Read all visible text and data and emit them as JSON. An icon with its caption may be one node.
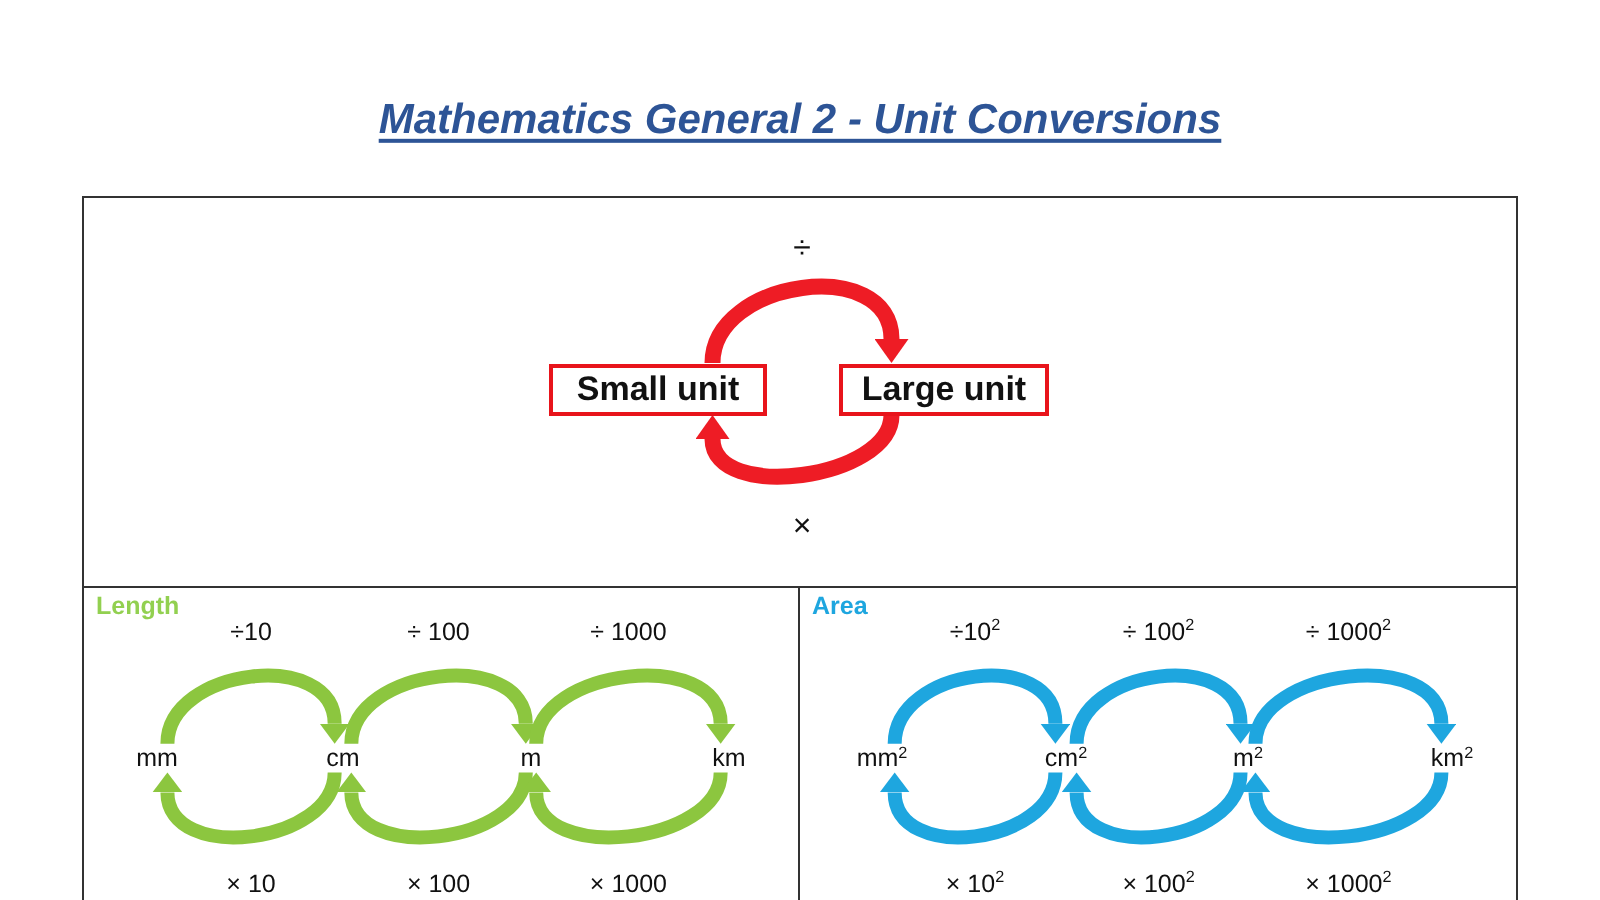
{
  "diagram": {
    "title": "Mathematics General 2 - Unit Conversions",
    "nodes": [
      {
        "text": [],
        "shape": "box"
      },
      {
        "text": [
          "Small unit"
        ],
        "in": 0
      },
      {
        "text": [
          "Large unit"
        ],
        "in": 0
      },
      {
        "text": [
          "Length"
        ]
      },
      {
        "text": [
          "mm"
        ],
        "in": 3
      },
      {
        "text": [
          "cm"
        ],
        "in": 3
      },
      {
        "text": [
          "m"
        ],
        "in": 3
      },
      {
        "text": [
          "km"
        ],
        "in": 3
      },
      {
        "text": [
          "Area"
        ]
      },
      {
        "text": [
          "mm$^{2}$"
        ],
        "in": 8
      },
      {
        "text": [
          "cm$^{2}$"
        ],
        "in": 8
      },
      {
        "text": [
          "m$^{2}$"
        ],
        "in": 8
      },
      {
        "text": [
          "km$^{2}$"
        ],
        "in": 8
      }
    ],
    "edges": [
      {
        "from": 1,
        "to": 2,
        "arrow": "to",
        "label": "÷",
        "color": "#ee1c25"
      },
      {
        "from": 2,
        "to": 1,
        "arrow": "to",
        "label": "×",
        "color": "#ee1c25"
      },
      {
        "from": 4,
        "to": 5,
        "arrow": "to",
        "label": "÷10",
        "color": "#8cc63f"
      },
      {
        "from": 5,
        "to": 6,
        "arrow": "to",
        "label": "÷ 100",
        "color": "#8cc63f"
      },
      {
        "from": 6,
        "to": 7,
        "arrow": "to",
        "label": "÷ 1000",
        "color": "#8cc63f"
      },
      {
        "from": 5,
        "to": 4,
        "arrow": "to",
        "label": "× 10",
        "color": "#8cc63f"
      },
      {
        "from": 6,
        "to": 5,
        "arrow": "to",
        "label": "× 100",
        "color": "#8cc63f"
      },
      {
        "from": 7,
        "to": 6,
        "arrow": "to",
        "label": "× 1000",
        "color": "#8cc63f"
      },
      {
        "from": 9,
        "to": 10,
        "arrow": "to",
        "label": "÷10$^{2}$",
        "color": "#1ea6df"
      },
      {
        "from": 10,
        "to": 11,
        "arrow": "to",
        "label": "÷ 100$^{2}$",
        "color": "#1ea6df"
      },
      {
        "from": 11,
        "to": 12,
        "arrow": "to",
        "label": "÷ 1000$^{2}$",
        "color": "#1ea6df"
      },
      {
        "from": 10,
        "to": 9,
        "arrow": "to",
        "label": "× 10$^{2}$",
        "color": "#1ea6df"
      },
      {
        "from": 11,
        "to": 10,
        "arrow": "to",
        "label": "× 100$^{2}$",
        "color": "#1ea6df"
      },
      {
        "from": 12,
        "to": 11,
        "arrow": "to",
        "label": "× 1000$^{2}$",
        "color": "#1ea6df"
      }
    ]
  }
}
